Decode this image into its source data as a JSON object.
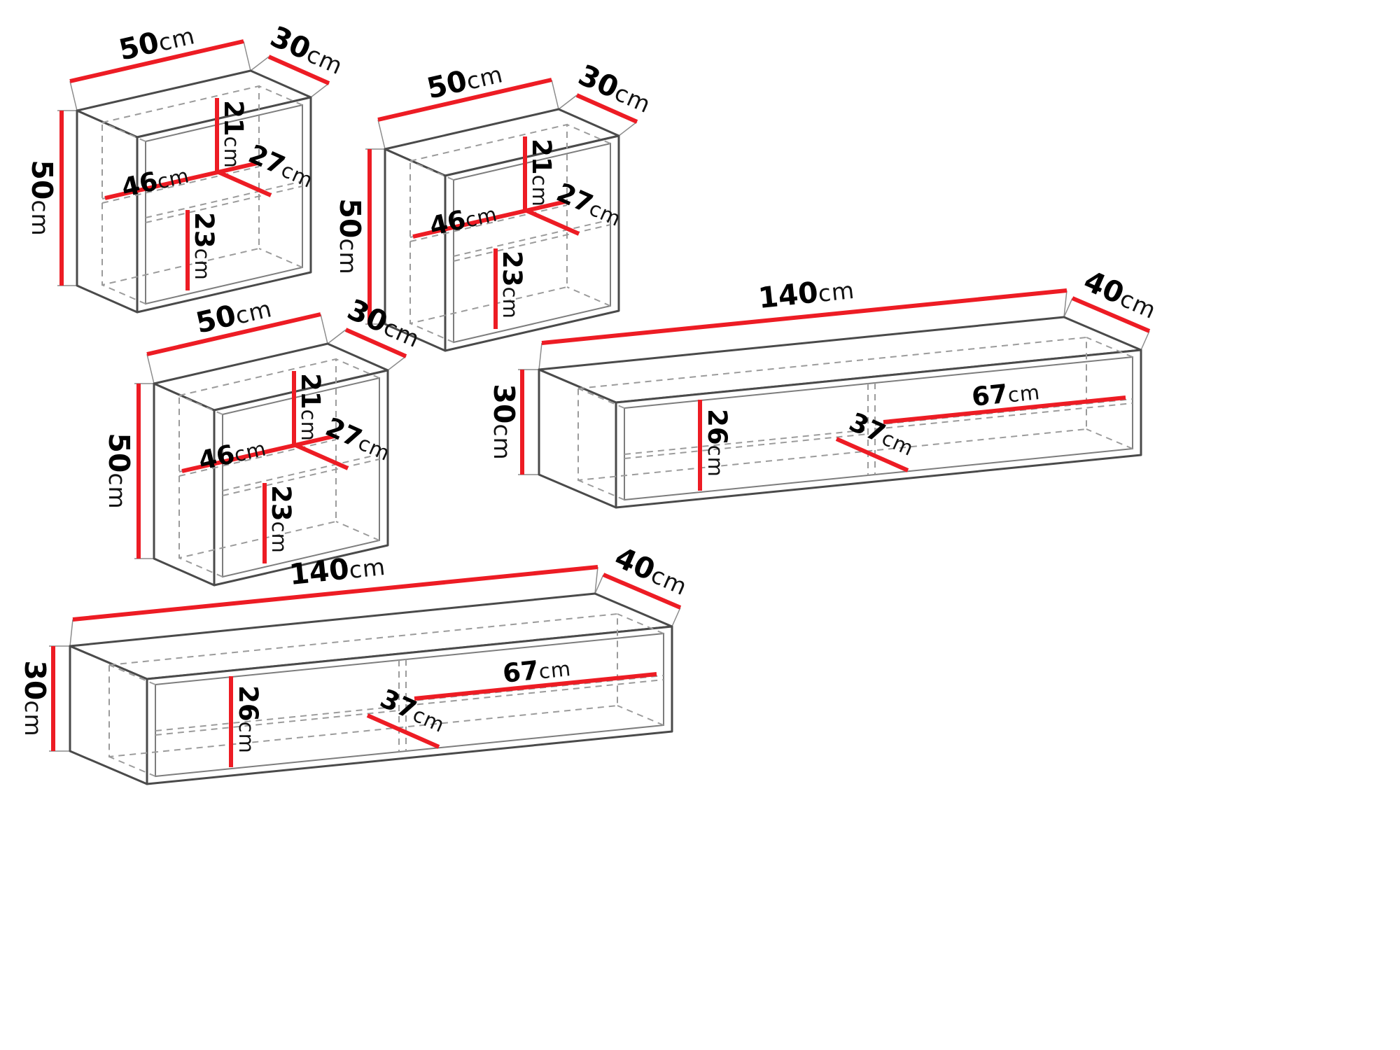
{
  "page": {
    "background": "#ffffff"
  },
  "style": {
    "dimension_color": "#ed1c24",
    "outline_color": "#4a4a4a",
    "hidden_line_color": "#9b9b9b",
    "text_color": "#000000"
  },
  "units": [
    {
      "id": "wall-cabinet-1",
      "type": "square-wall-cabinet",
      "labels": {
        "width": {
          "value": "50",
          "unit": "cm"
        },
        "depth": {
          "value": "30",
          "unit": "cm"
        },
        "height": {
          "value": "50",
          "unit": "cm"
        },
        "inner_upper_height": {
          "value": "21",
          "unit": "cm"
        },
        "inner_depth": {
          "value": "27",
          "unit": "cm"
        },
        "inner_width": {
          "value": "46",
          "unit": "cm"
        },
        "inner_lower_height": {
          "value": "23",
          "unit": "cm"
        }
      }
    },
    {
      "id": "wall-cabinet-2",
      "type": "square-wall-cabinet",
      "labels": {
        "width": {
          "value": "50",
          "unit": "cm"
        },
        "depth": {
          "value": "30",
          "unit": "cm"
        },
        "height": {
          "value": "50",
          "unit": "cm"
        },
        "inner_upper_height": {
          "value": "21",
          "unit": "cm"
        },
        "inner_depth": {
          "value": "27",
          "unit": "cm"
        },
        "inner_width": {
          "value": "46",
          "unit": "cm"
        },
        "inner_lower_height": {
          "value": "23",
          "unit": "cm"
        }
      }
    },
    {
      "id": "wall-cabinet-3",
      "type": "square-wall-cabinet",
      "labels": {
        "width": {
          "value": "50",
          "unit": "cm"
        },
        "depth": {
          "value": "30",
          "unit": "cm"
        },
        "height": {
          "value": "50",
          "unit": "cm"
        },
        "inner_upper_height": {
          "value": "21",
          "unit": "cm"
        },
        "inner_depth": {
          "value": "27",
          "unit": "cm"
        },
        "inner_width": {
          "value": "46",
          "unit": "cm"
        },
        "inner_lower_height": {
          "value": "23",
          "unit": "cm"
        }
      }
    },
    {
      "id": "tv-stand-1",
      "type": "tv-stand",
      "labels": {
        "width": {
          "value": "140",
          "unit": "cm"
        },
        "depth": {
          "value": "40",
          "unit": "cm"
        },
        "height": {
          "value": "30",
          "unit": "cm"
        },
        "shelf_width": {
          "value": "67",
          "unit": "cm"
        },
        "inner_height": {
          "value": "26",
          "unit": "cm"
        },
        "inner_depth": {
          "value": "37",
          "unit": "cm"
        }
      }
    },
    {
      "id": "tv-stand-2",
      "type": "tv-stand",
      "labels": {
        "width": {
          "value": "140",
          "unit": "cm"
        },
        "depth": {
          "value": "40",
          "unit": "cm"
        },
        "height": {
          "value": "30",
          "unit": "cm"
        },
        "shelf_width": {
          "value": "67",
          "unit": "cm"
        },
        "inner_height": {
          "value": "26",
          "unit": "cm"
        },
        "inner_depth": {
          "value": "37",
          "unit": "cm"
        }
      }
    }
  ]
}
